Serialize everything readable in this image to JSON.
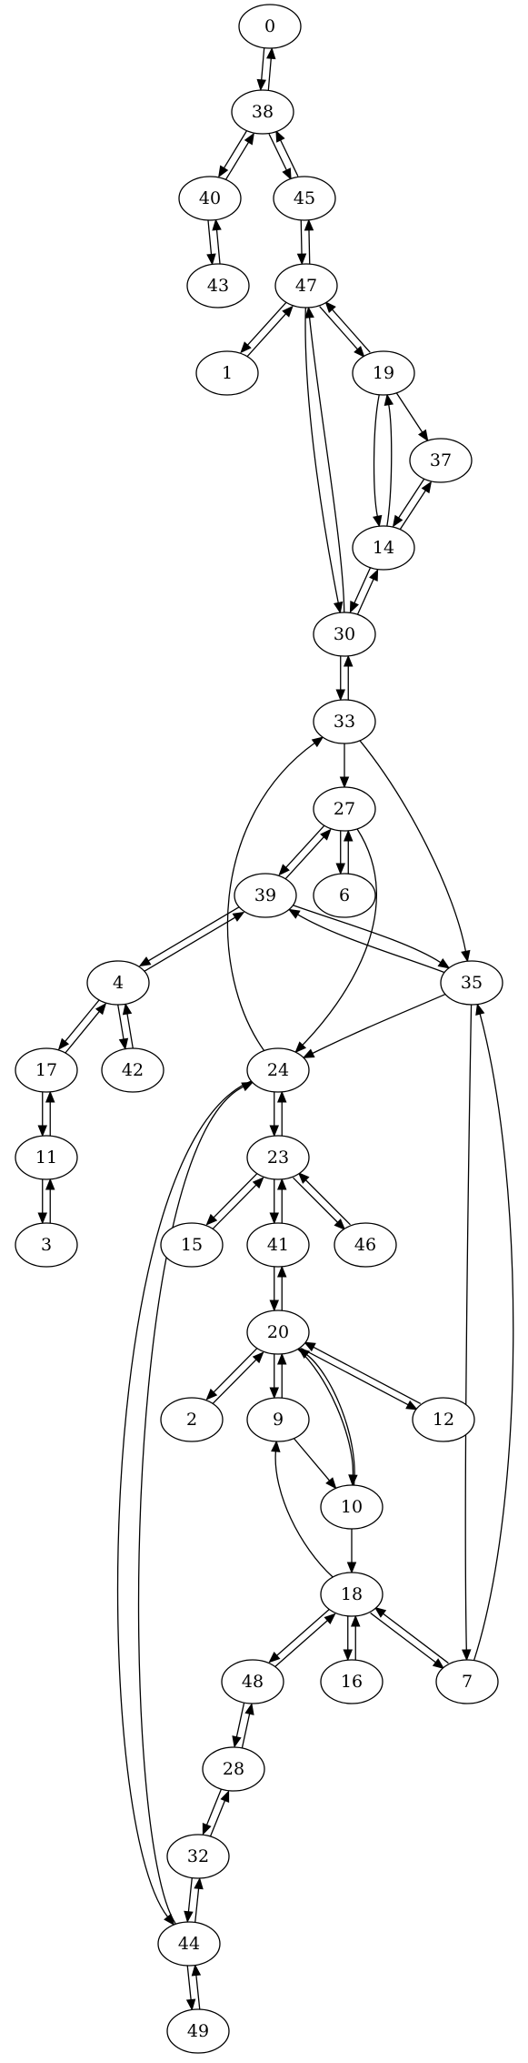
{
  "graph": {
    "nodes": [
      {
        "id": "0",
        "label": "0"
      },
      {
        "id": "38",
        "label": "38"
      },
      {
        "id": "40",
        "label": "40"
      },
      {
        "id": "45",
        "label": "45"
      },
      {
        "id": "43",
        "label": "43"
      },
      {
        "id": "47",
        "label": "47"
      },
      {
        "id": "1",
        "label": "1"
      },
      {
        "id": "19",
        "label": "19"
      },
      {
        "id": "37",
        "label": "37"
      },
      {
        "id": "14",
        "label": "14"
      },
      {
        "id": "30",
        "label": "30"
      },
      {
        "id": "33",
        "label": "33"
      },
      {
        "id": "27",
        "label": "27"
      },
      {
        "id": "39",
        "label": "39"
      },
      {
        "id": "6",
        "label": "6"
      },
      {
        "id": "35",
        "label": "35"
      },
      {
        "id": "4",
        "label": "4"
      },
      {
        "id": "17",
        "label": "17"
      },
      {
        "id": "42",
        "label": "42"
      },
      {
        "id": "11",
        "label": "11"
      },
      {
        "id": "3",
        "label": "3"
      },
      {
        "id": "24",
        "label": "24"
      },
      {
        "id": "23",
        "label": "23"
      },
      {
        "id": "15",
        "label": "15"
      },
      {
        "id": "41",
        "label": "41"
      },
      {
        "id": "46",
        "label": "46"
      },
      {
        "id": "20",
        "label": "20"
      },
      {
        "id": "2",
        "label": "2"
      },
      {
        "id": "9",
        "label": "9"
      },
      {
        "id": "12",
        "label": "12"
      },
      {
        "id": "10",
        "label": "10"
      },
      {
        "id": "18",
        "label": "18"
      },
      {
        "id": "48",
        "label": "48"
      },
      {
        "id": "16",
        "label": "16"
      },
      {
        "id": "7",
        "label": "7"
      },
      {
        "id": "28",
        "label": "28"
      },
      {
        "id": "32",
        "label": "32"
      },
      {
        "id": "44",
        "label": "44"
      },
      {
        "id": "49",
        "label": "49"
      }
    ],
    "edges": [
      [
        "0",
        "38"
      ],
      [
        "38",
        "0"
      ],
      [
        "38",
        "40"
      ],
      [
        "40",
        "38"
      ],
      [
        "38",
        "45"
      ],
      [
        "45",
        "38"
      ],
      [
        "40",
        "43"
      ],
      [
        "43",
        "40"
      ],
      [
        "45",
        "47"
      ],
      [
        "47",
        "45"
      ],
      [
        "47",
        "1"
      ],
      [
        "1",
        "47"
      ],
      [
        "47",
        "19"
      ],
      [
        "19",
        "47"
      ],
      [
        "47",
        "30"
      ],
      [
        "30",
        "47"
      ],
      [
        "19",
        "37"
      ],
      [
        "19",
        "14"
      ],
      [
        "14",
        "19"
      ],
      [
        "37",
        "14"
      ],
      [
        "14",
        "37"
      ],
      [
        "14",
        "30"
      ],
      [
        "30",
        "14"
      ],
      [
        "30",
        "33"
      ],
      [
        "33",
        "30"
      ],
      [
        "33",
        "27"
      ],
      [
        "33",
        "35"
      ],
      [
        "24",
        "33"
      ],
      [
        "27",
        "39"
      ],
      [
        "39",
        "27"
      ],
      [
        "27",
        "6"
      ],
      [
        "6",
        "27"
      ],
      [
        "27",
        "24"
      ],
      [
        "39",
        "4"
      ],
      [
        "4",
        "39"
      ],
      [
        "39",
        "35"
      ],
      [
        "35",
        "39"
      ],
      [
        "35",
        "24"
      ],
      [
        "35",
        "7"
      ],
      [
        "7",
        "35"
      ],
      [
        "4",
        "17"
      ],
      [
        "17",
        "4"
      ],
      [
        "4",
        "42"
      ],
      [
        "42",
        "4"
      ],
      [
        "17",
        "11"
      ],
      [
        "11",
        "17"
      ],
      [
        "11",
        "3"
      ],
      [
        "3",
        "11"
      ],
      [
        "24",
        "23"
      ],
      [
        "23",
        "24"
      ],
      [
        "24",
        "44"
      ],
      [
        "44",
        "24"
      ],
      [
        "23",
        "15"
      ],
      [
        "15",
        "23"
      ],
      [
        "23",
        "41"
      ],
      [
        "41",
        "23"
      ],
      [
        "23",
        "46"
      ],
      [
        "46",
        "23"
      ],
      [
        "41",
        "20"
      ],
      [
        "20",
        "41"
      ],
      [
        "20",
        "2"
      ],
      [
        "2",
        "20"
      ],
      [
        "20",
        "9"
      ],
      [
        "9",
        "20"
      ],
      [
        "20",
        "10"
      ],
      [
        "10",
        "20"
      ],
      [
        "20",
        "12"
      ],
      [
        "12",
        "20"
      ],
      [
        "9",
        "10"
      ],
      [
        "10",
        "18"
      ],
      [
        "18",
        "9"
      ],
      [
        "18",
        "48"
      ],
      [
        "48",
        "18"
      ],
      [
        "18",
        "16"
      ],
      [
        "16",
        "18"
      ],
      [
        "18",
        "7"
      ],
      [
        "7",
        "18"
      ],
      [
        "48",
        "28"
      ],
      [
        "28",
        "48"
      ],
      [
        "28",
        "32"
      ],
      [
        "32",
        "28"
      ],
      [
        "32",
        "44"
      ],
      [
        "44",
        "32"
      ],
      [
        "44",
        "49"
      ],
      [
        "49",
        "44"
      ]
    ]
  }
}
